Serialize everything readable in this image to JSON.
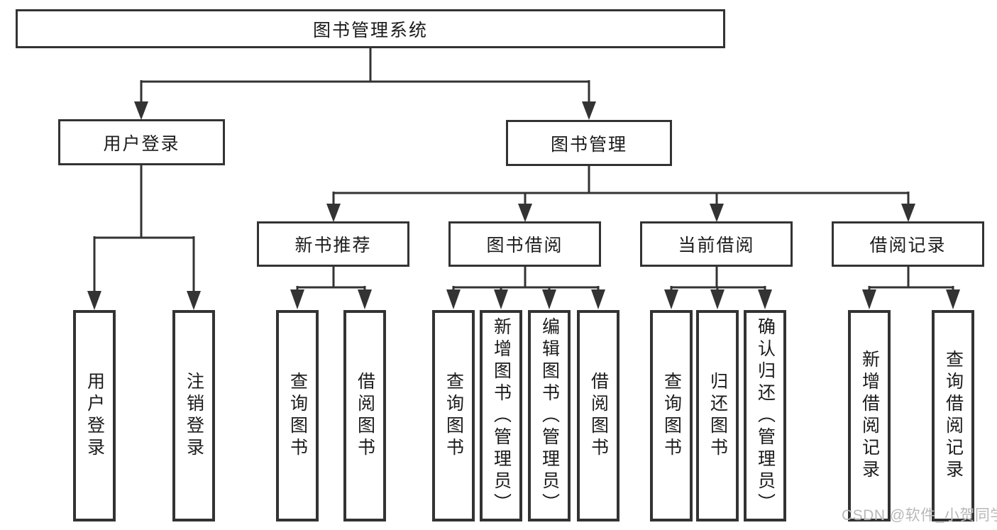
{
  "colors": {
    "line": "#333333",
    "text": "#1b1b1b",
    "background": "#ffffff",
    "watermark": "#b8b8b8"
  },
  "tree": {
    "root": {
      "label": "图书管理系统"
    },
    "level2": [
      {
        "label": "用户登录"
      },
      {
        "label": "图书管理"
      }
    ],
    "level3": [
      {
        "label": "新书推荐"
      },
      {
        "label": "图书借阅"
      },
      {
        "label": "当前借阅"
      },
      {
        "label": "借阅记录"
      }
    ],
    "leaves": {
      "user_login": [
        {
          "label": "用户登录"
        },
        {
          "label": "注销登录"
        }
      ],
      "new_book_rec": [
        {
          "label": "查询图书"
        },
        {
          "label": "借阅图书"
        }
      ],
      "book_borrow": [
        {
          "label": "查询图书"
        },
        {
          "label": "新增图书（管理员）"
        },
        {
          "label": "编辑图书（管理员）"
        },
        {
          "label": "借阅图书"
        }
      ],
      "current_borrow": [
        {
          "label": "查询图书"
        },
        {
          "label": "归还图书"
        },
        {
          "label": "确认归还（管理员）"
        }
      ],
      "borrow_record": [
        {
          "label": "新增借阅记录"
        },
        {
          "label": "查询借阅记录"
        }
      ]
    }
  },
  "watermark": "CSDN @软件_小贺同学"
}
